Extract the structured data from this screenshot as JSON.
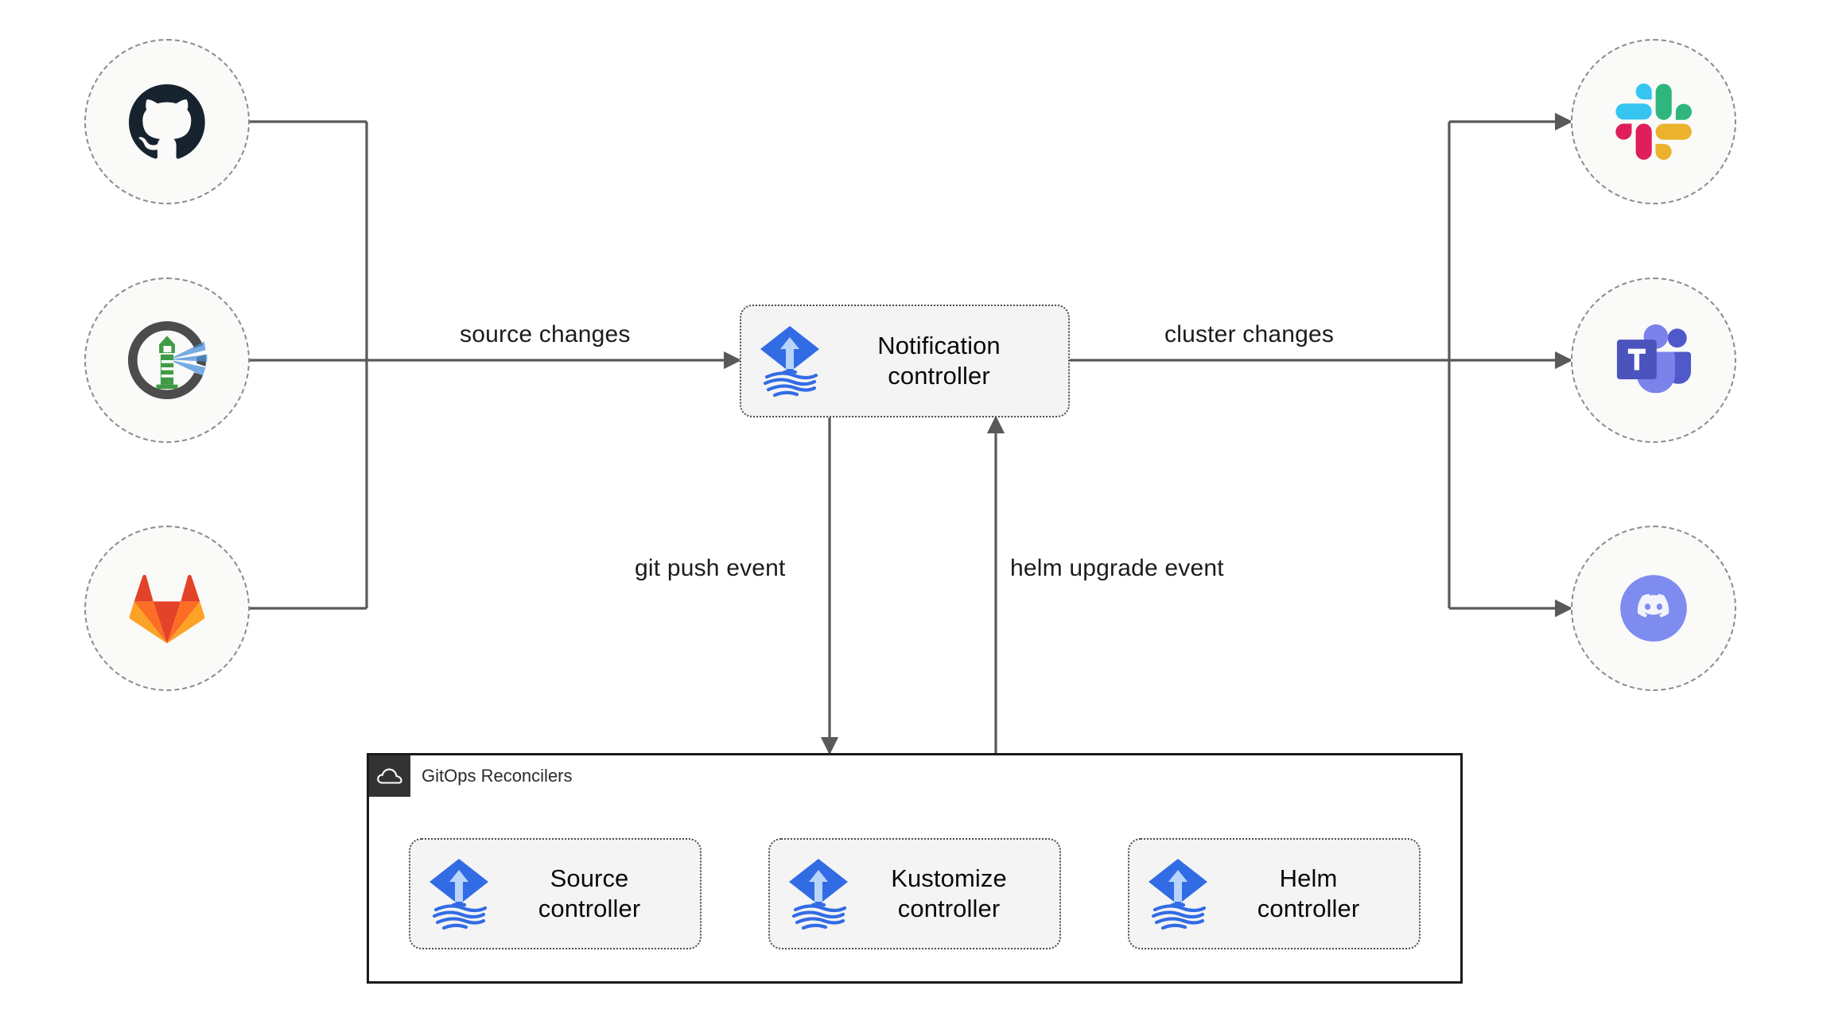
{
  "diagram": {
    "title": "Flux notification controller event flow",
    "background": "#ffffff",
    "edge_color": "#595959",
    "node_border_color": "#8c8c8c",
    "node_fill": "#fafaf8"
  },
  "sources": [
    {
      "id": "github",
      "icon": "github-icon",
      "label": "GitHub",
      "color": "#16232e"
    },
    {
      "id": "flux",
      "icon": "flux-lighthouse-icon",
      "label": "Flux",
      "color": "#4c4c4c"
    },
    {
      "id": "gitlab",
      "icon": "gitlab-icon",
      "label": "GitLab",
      "color": "#e24329"
    }
  ],
  "destinations": [
    {
      "id": "slack",
      "icon": "slack-icon",
      "label": "Slack",
      "color": "#36c5f0"
    },
    {
      "id": "teams",
      "icon": "microsoft-teams-icon",
      "label": "Microsoft Teams",
      "color": "#5059c9"
    },
    {
      "id": "discord",
      "icon": "discord-icon",
      "label": "Discord",
      "color": "#7e8cf0"
    }
  ],
  "notification": {
    "label": "Notification\ncontroller",
    "line1": "Notification",
    "line2": "controller",
    "icon": "flux-logo-icon"
  },
  "container": {
    "title": "GitOps Reconcilers",
    "icon": "cloud-icon",
    "badge_color": "#333333",
    "border_color": "#1a1a1a"
  },
  "reconcilers": [
    {
      "id": "source-controller",
      "line1": "Source",
      "line2": "controller",
      "icon": "flux-logo-icon"
    },
    {
      "id": "kustomize-controller",
      "line1": "Kustomize",
      "line2": "controller",
      "icon": "flux-logo-icon"
    },
    {
      "id": "helm-controller",
      "line1": "Helm",
      "line2": "controller",
      "icon": "flux-logo-icon"
    }
  ],
  "edges": {
    "source_changes": "source changes",
    "cluster_changes": "cluster changes",
    "git_push_event": "git push event",
    "helm_upgrade_event": "helm upgrade event"
  }
}
